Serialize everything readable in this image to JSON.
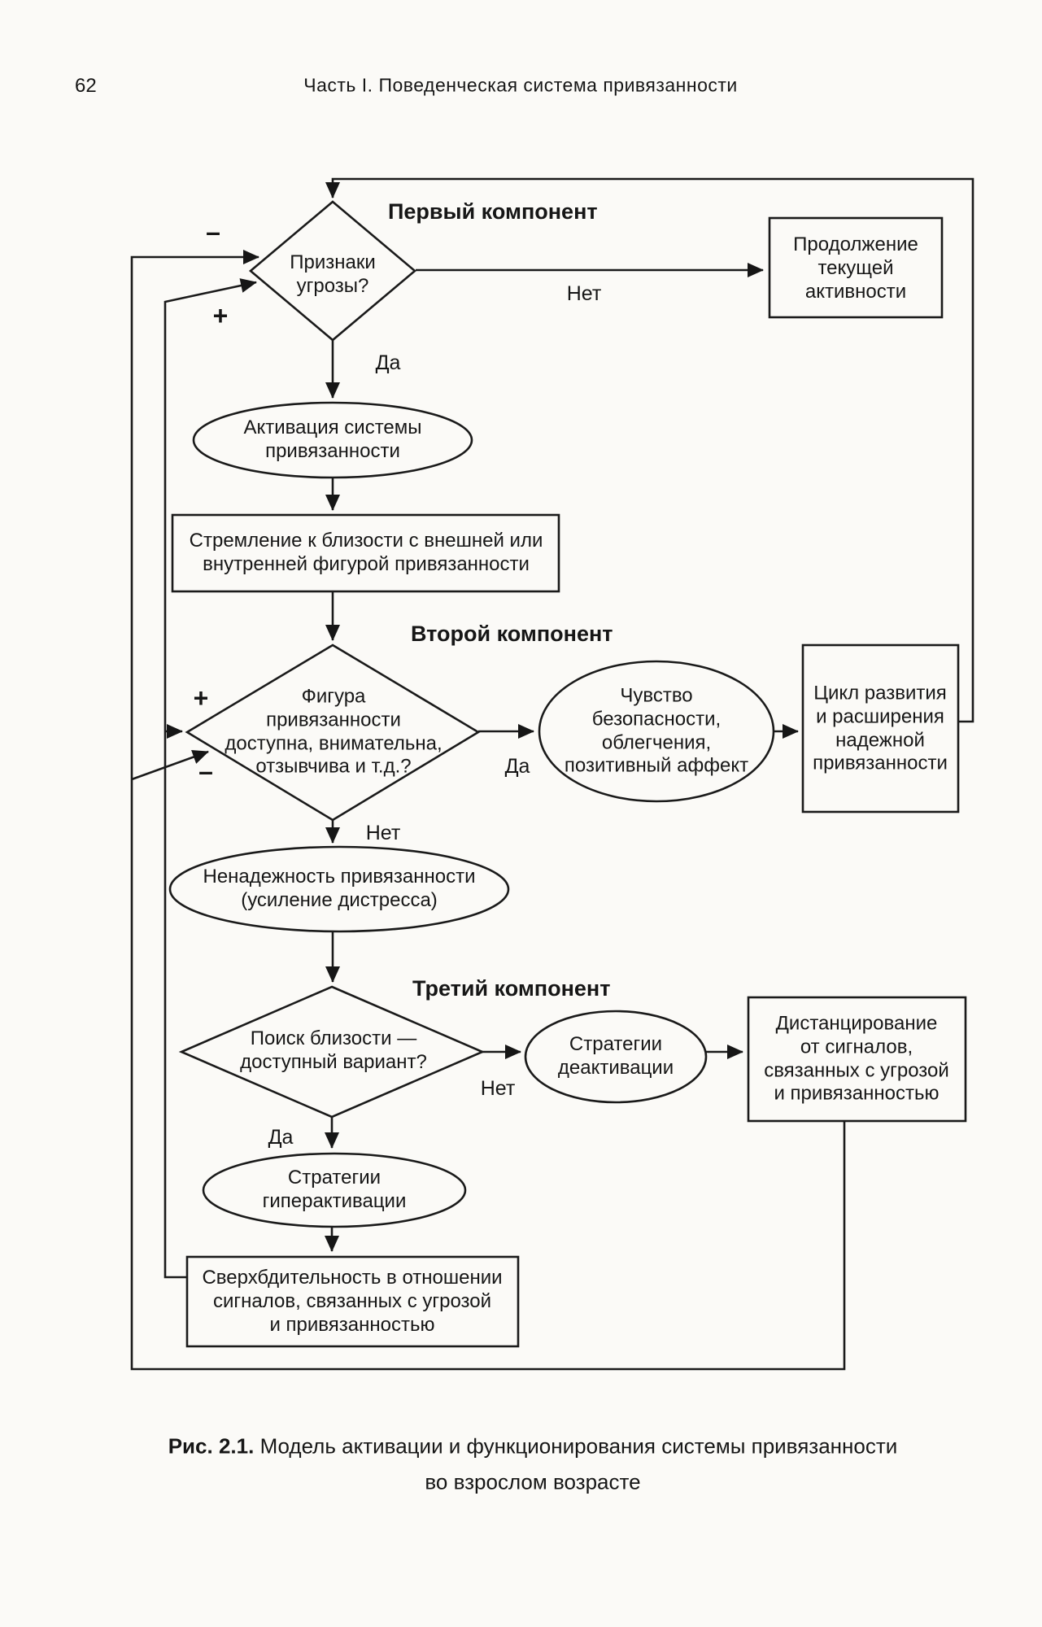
{
  "page": {
    "number": "62",
    "header": "Часть I. Поведенческая система привязанности",
    "caption_label": "Рис. 2.1.",
    "caption_line1": "Модель активации и функционирования системы привязанности",
    "caption_line2": "во взрослом возрасте"
  },
  "sections": {
    "component1": "Первый компонент",
    "component2": "Второй компонент",
    "component3": "Третий компонент"
  },
  "edges": {
    "yes1": "Да",
    "no1": "Нет",
    "yes2": "Да",
    "no2": "Нет",
    "yes3": "Да",
    "no3": "Нет",
    "plus1": "+",
    "minus1": "–",
    "plus2": "+",
    "minus2": "–"
  },
  "nodes": {
    "threat": "Признаки\nугрозы?",
    "continue": "Продолжение\nтекущей\nактивности",
    "activation": "Активация системы\nпривязанности",
    "seek": "Стремление к близости с внешней или\nвнутренней фигурой привязанности",
    "figure_available": "Фигура\nпривязанности\nдоступна, внимательна,\nотзывчива и т.д.?",
    "security": "Чувство\nбезопасности,\nоблегчения,\nпозитивный аффект",
    "cycle": "Цикл развития\nи расширения\nнадежной\nпривязанности",
    "insecurity": "Ненадежность привязанности\n(усиление дистресса)",
    "proximity": "Поиск близости —\nдоступный вариант?",
    "deactivation": "Стратегии\nдеактивации",
    "distancing": "Дистанцирование\nот сигналов,\nсвязанных с угрозой\nи привязанностью",
    "hyperactivation": "Стратегии\nгиперактивации",
    "hypervigilance": "Сверхбдительность в отношении\nсигналов, связанных с угрозой\nи привязанностью"
  }
}
